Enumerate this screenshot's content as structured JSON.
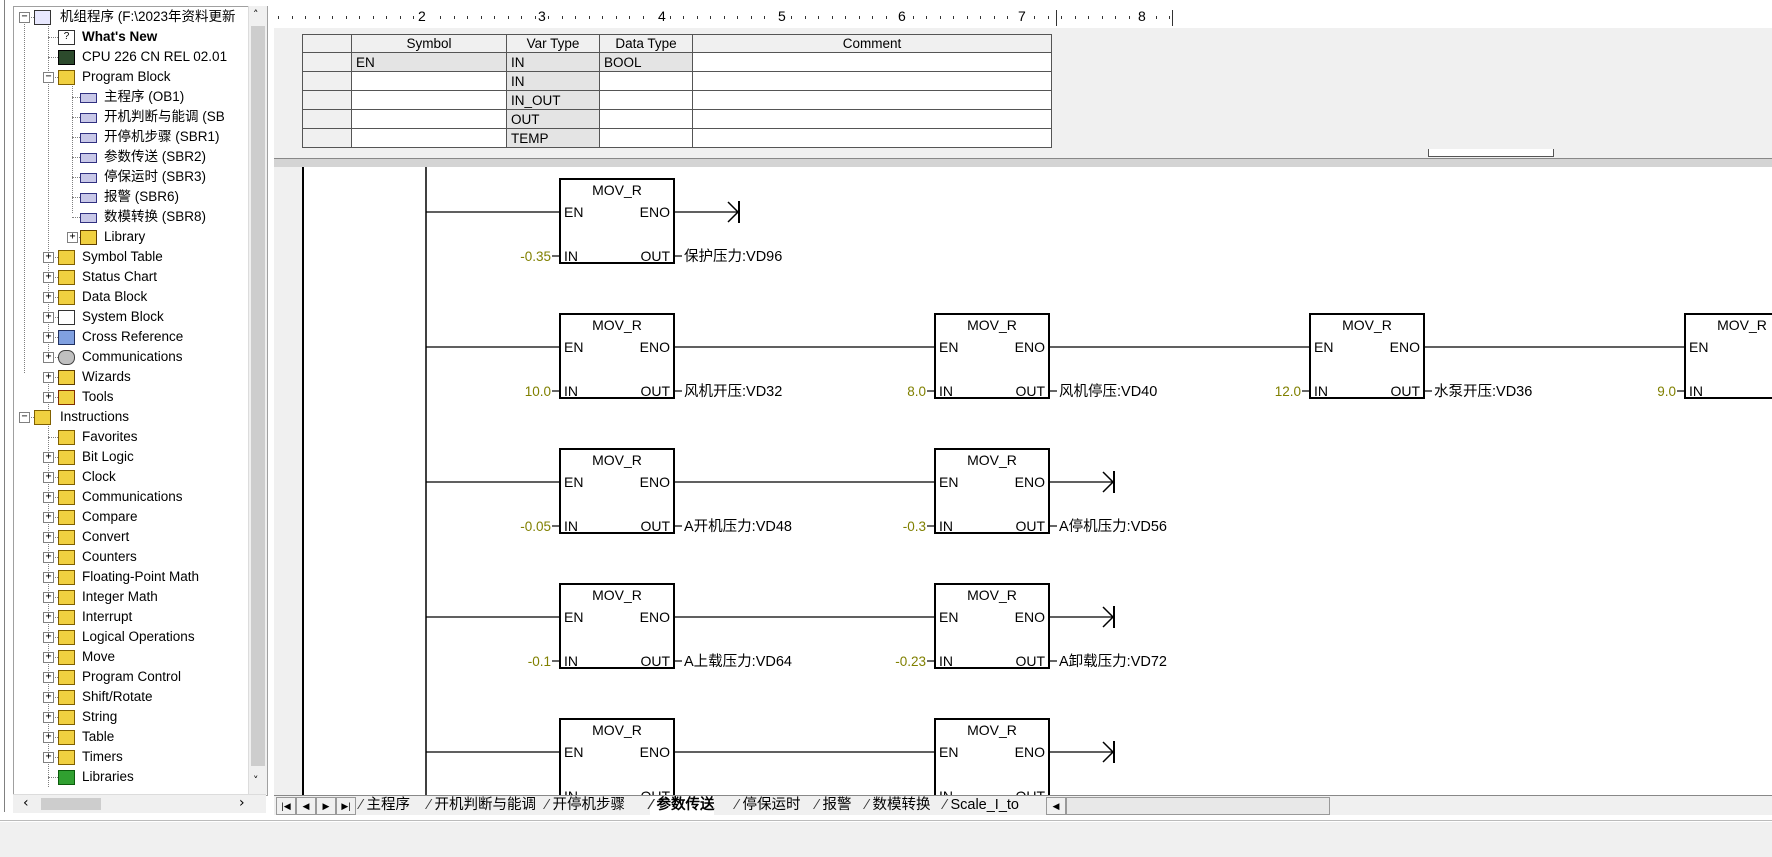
{
  "tree": {
    "root": "机组程序 (F:\\2023年资料更新",
    "items": [
      {
        "label": "What's New",
        "bold": true
      },
      {
        "label": "CPU 226 CN REL 02.01"
      },
      {
        "label": "Program Block"
      },
      {
        "label": "主程序 (OB1)"
      },
      {
        "label": "开机判断与能调 (SB"
      },
      {
        "label": "开停机步骤 (SBR1)"
      },
      {
        "label": "参数传送 (SBR2)"
      },
      {
        "label": "停保运时 (SBR3)"
      },
      {
        "label": "报警 (SBR6)"
      },
      {
        "label": "数模转换 (SBR8)"
      },
      {
        "label": "Library"
      },
      {
        "label": "Symbol Table"
      },
      {
        "label": "Status Chart"
      },
      {
        "label": "Data Block"
      },
      {
        "label": "System Block"
      },
      {
        "label": "Cross Reference"
      },
      {
        "label": "Communications"
      },
      {
        "label": "Wizards"
      },
      {
        "label": "Tools"
      },
      {
        "label": "Instructions"
      },
      {
        "label": "Favorites"
      },
      {
        "label": "Bit Logic"
      },
      {
        "label": "Clock"
      },
      {
        "label": "Communications"
      },
      {
        "label": "Compare"
      },
      {
        "label": "Convert"
      },
      {
        "label": "Counters"
      },
      {
        "label": "Floating-Point Math"
      },
      {
        "label": "Integer Math"
      },
      {
        "label": "Interrupt"
      },
      {
        "label": "Logical Operations"
      },
      {
        "label": "Move"
      },
      {
        "label": "Program Control"
      },
      {
        "label": "Shift/Rotate"
      },
      {
        "label": "String"
      },
      {
        "label": "Table"
      },
      {
        "label": "Timers"
      },
      {
        "label": "Libraries"
      }
    ]
  },
  "ruler": {
    "ticks": [
      "2",
      "3",
      "4",
      "5",
      "6",
      "7",
      "8"
    ]
  },
  "var_table": {
    "headers": [
      "Symbol",
      "Var Type",
      "Data Type",
      "Comment"
    ],
    "rows": [
      {
        "symbol": "EN",
        "var_type": "IN",
        "data_type": "BOOL",
        "comment": ""
      },
      {
        "symbol": "",
        "var_type": "IN",
        "data_type": "",
        "comment": ""
      },
      {
        "symbol": "",
        "var_type": "IN_OUT",
        "data_type": "",
        "comment": ""
      },
      {
        "symbol": "",
        "var_type": "OUT",
        "data_type": "",
        "comment": ""
      },
      {
        "symbol": "",
        "var_type": "TEMP",
        "data_type": "",
        "comment": ""
      }
    ]
  },
  "ladder": {
    "pins": {
      "en": "EN",
      "eno": "ENO",
      "in": "IN",
      "out": "OUT"
    },
    "blocks": [
      {
        "title": "MOV_R",
        "in": "-0.35",
        "out": "保护压力:VD96",
        "row": 0,
        "col": 0,
        "end": true
      },
      {
        "title": "MOV_R",
        "in": "10.0",
        "out": "风机开压:VD32",
        "row": 1,
        "col": 0
      },
      {
        "title": "MOV_R",
        "in": "8.0",
        "out": "风机停压:VD40",
        "row": 1,
        "col": 1
      },
      {
        "title": "MOV_R",
        "in": "12.0",
        "out": "水泵开压:VD36",
        "row": 1,
        "col": 2
      },
      {
        "title": "MOV_R",
        "in": "9.0",
        "out": "",
        "row": 1,
        "col": 3,
        "clip": true
      },
      {
        "title": "MOV_R",
        "in": "-0.05",
        "out": "A开机压力:VD48",
        "row": 2,
        "col": 0
      },
      {
        "title": "MOV_R",
        "in": "-0.3",
        "out": "A停机压力:VD56",
        "row": 2,
        "col": 1,
        "end": true
      },
      {
        "title": "MOV_R",
        "in": "-0.1",
        "out": "A上载压力:VD64",
        "row": 3,
        "col": 0
      },
      {
        "title": "MOV_R",
        "in": "-0.23",
        "out": "A卸载压力:VD72",
        "row": 3,
        "col": 1,
        "end": true
      },
      {
        "title": "MOV_R",
        "in": "",
        "out": "",
        "row": 4,
        "col": 0
      },
      {
        "title": "MOV_R",
        "in": "",
        "out": "",
        "row": 4,
        "col": 1,
        "end": true
      }
    ]
  },
  "tabs": [
    "主程序",
    "开机判断与能调",
    "开停机步骤",
    "参数传送",
    "停保运时",
    "报警",
    "数模转换",
    "Scale_I_to"
  ],
  "active_tab": "参数传送",
  "colors": {
    "value": "#808000",
    "line": "#000000",
    "panel": "#f0f0f0"
  }
}
